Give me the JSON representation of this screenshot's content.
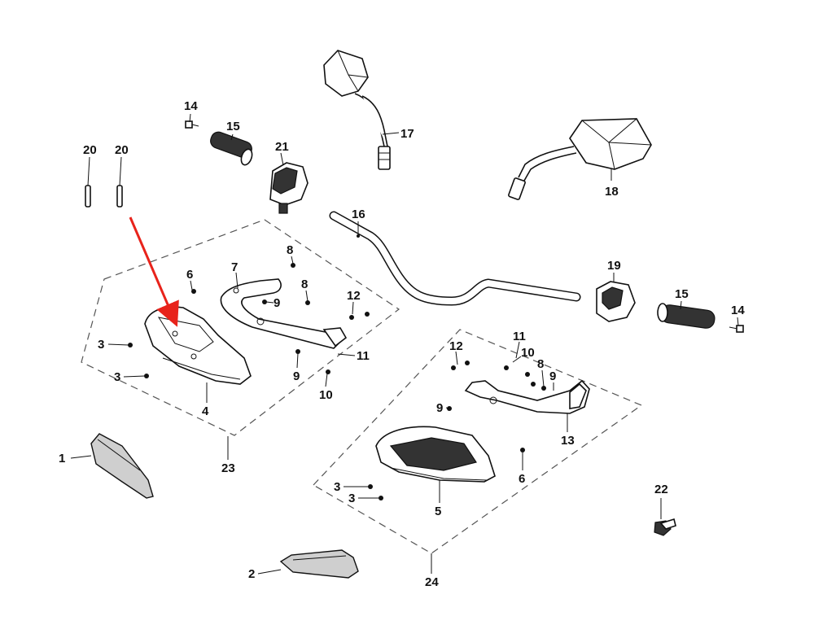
{
  "callouts": {
    "c1": "1",
    "c2": "2",
    "c3a": "3",
    "c3b": "3",
    "c3c": "3",
    "c3d": "3",
    "c4": "4",
    "c5": "5",
    "c6a": "6",
    "c6b": "6",
    "c7": "7",
    "c8a": "8",
    "c8b": "8",
    "c8c": "8",
    "c9a": "9",
    "c9b": "9",
    "c9c": "9",
    "c9d": "9",
    "c10a": "10",
    "c10b": "10",
    "c11a": "11",
    "c11b": "11",
    "c12a": "12",
    "c12b": "12",
    "c13": "13",
    "c14a": "14",
    "c14b": "14",
    "c15a": "15",
    "c15b": "15",
    "c16": "16",
    "c17": "17",
    "c18": "18",
    "c19": "19",
    "c20a": "20",
    "c20b": "20",
    "c21": "21",
    "c22": "22",
    "c23": "23",
    "c24": "24"
  },
  "colors": {
    "highlight_arrow": "#e8231b",
    "line": "#111111",
    "group_outline": "#555555"
  }
}
